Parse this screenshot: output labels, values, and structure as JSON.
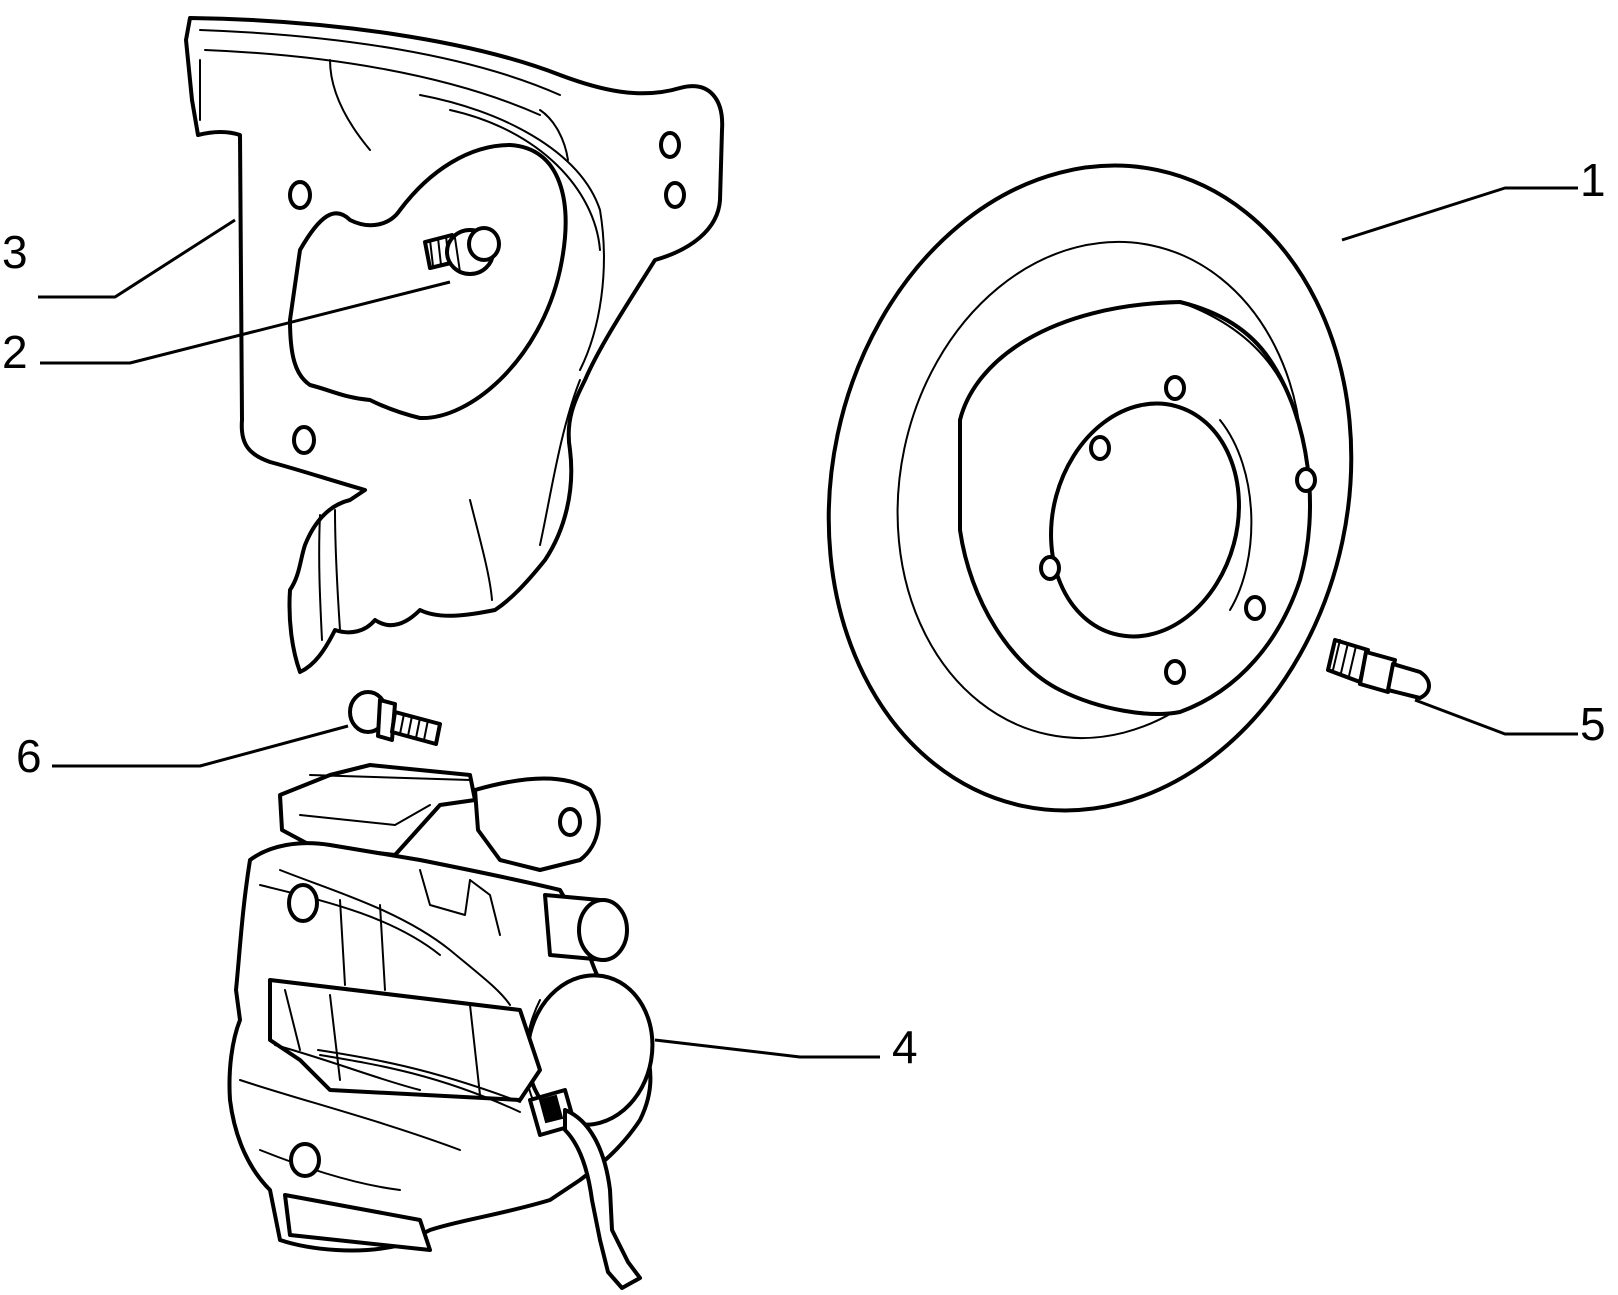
{
  "callouts": [
    {
      "id": "1",
      "label": "1",
      "part": "brake-disc"
    },
    {
      "id": "2",
      "label": "2",
      "part": "shield-screw"
    },
    {
      "id": "3",
      "label": "3",
      "part": "splash-shield"
    },
    {
      "id": "4",
      "label": "4",
      "part": "brake-caliper"
    },
    {
      "id": "5",
      "label": "5",
      "part": "disc-locating-screw"
    },
    {
      "id": "6",
      "label": "6",
      "part": "caliper-bolt"
    }
  ],
  "colors": {
    "line": "#000000",
    "background": "#ffffff"
  }
}
